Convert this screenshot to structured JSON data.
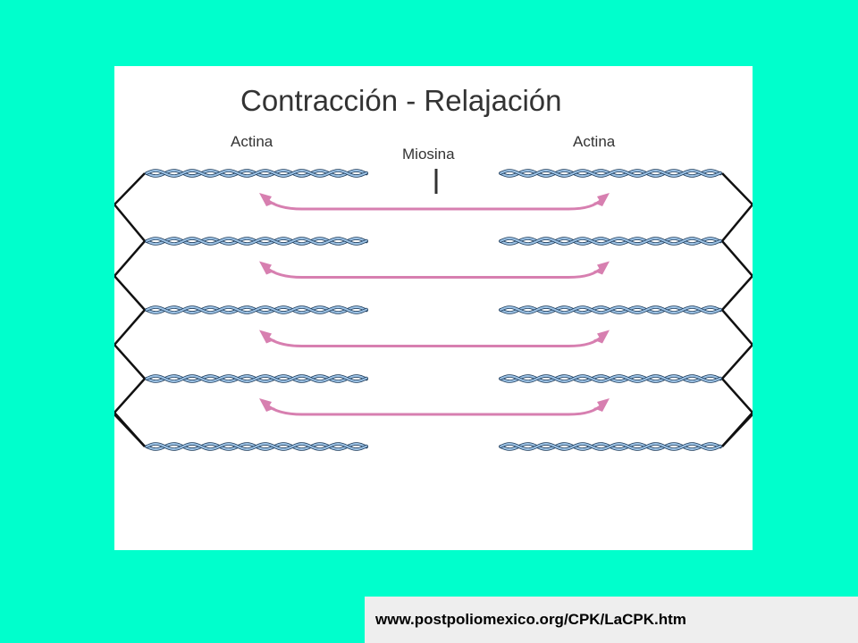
{
  "diagram": {
    "title": "Contracción - Relajación",
    "labels": {
      "actin_left": "Actina",
      "myosin": "Miosina",
      "actin_right": "Actina"
    },
    "colors": {
      "background": "#00FFCC",
      "actin_filament": "#9DC3E6",
      "actin_outline": "#1F3D5C",
      "myosin_filament": "#D77FB0",
      "z_line": "#111111"
    }
  },
  "footer": {
    "source_url": "www.postpoliomexico.org/CPK/LaCPK.htm"
  }
}
